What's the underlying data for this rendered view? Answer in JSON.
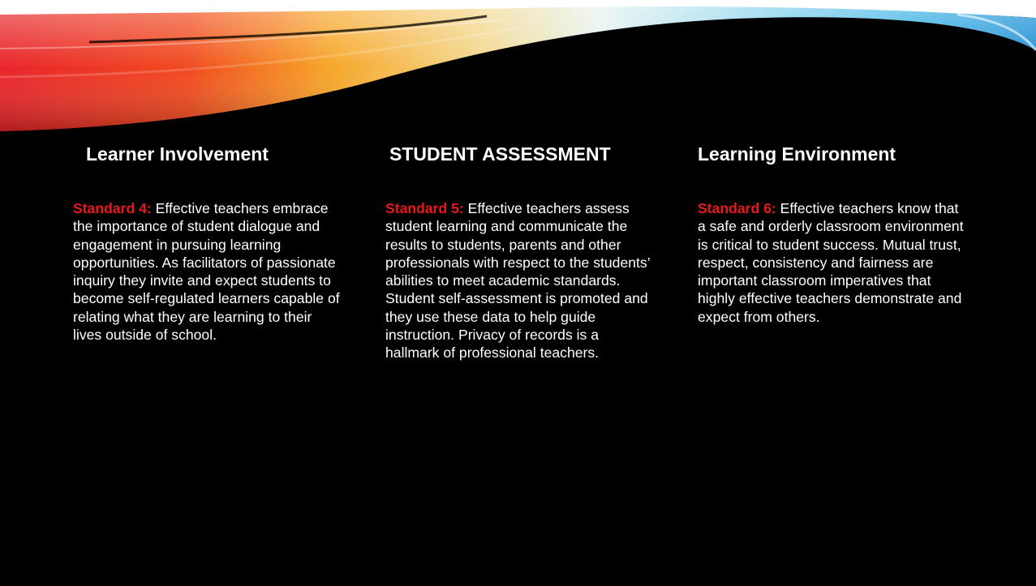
{
  "slide": {
    "columns": [
      {
        "heading": "Learner Involvement",
        "standard_label": "Standard 4:",
        "text": " Effective teachers embrace the importance of student dialogue and engagement in pursuing learning opportunities. As facilitators of passionate inquiry they invite and expect students to become self-regulated learners capable of relating what they are learning to their lives outside of school."
      },
      {
        "heading": "STUDENT ASSESSMENT",
        "standard_label": "Standard 5:",
        "text": " Effective teachers assess student learning and communicate the results to students, parents and other professionals with respect to the students’ abilities to meet academic standards. Student self-assessment is promoted and they use these data to help guide instruction. Privacy of records is a hallmark of professional teachers."
      },
      {
        "heading": "Learning Environment",
        "standard_label": "Standard 6:",
        "text": " Effective teachers know that a safe and orderly classroom environment is critical to student success. Mutual trust, respect, consistency and fairness are important classroom imperatives that highly effective teachers demonstrate and expect from others."
      }
    ]
  },
  "colors": {
    "background": "#000000",
    "heading_text": "#ffffff",
    "body_text": "#ffffff",
    "standard_label": "#e8191c"
  }
}
